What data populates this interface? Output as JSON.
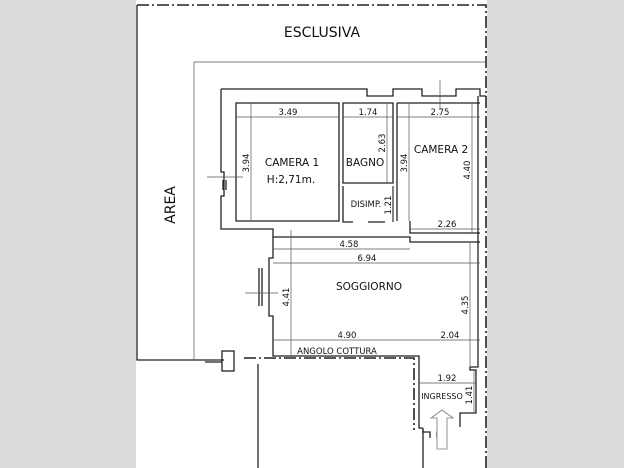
{
  "area_labels": {
    "top": "ESCLUSIVA",
    "left": "AREA"
  },
  "rooms": {
    "camera1": {
      "name": "CAMERA 1",
      "height": "H:2,71m."
    },
    "bagno": {
      "name": "BAGNO"
    },
    "camera2": {
      "name": "CAMERA 2"
    },
    "disimpegno": {
      "name": "DISIMP."
    },
    "soggiorno": {
      "name": "SOGGIORNO"
    },
    "angolo_cottura": {
      "name": "ANGOLO COTTURA"
    },
    "ingresso": {
      "name": "INGRESSO"
    }
  },
  "dimensions": {
    "camera1_width": "3.49",
    "camera1_depth": "3.94",
    "bagno_width": "1.74",
    "bagno_depth": "2.63",
    "camera2_width": "2.75",
    "camera2_depth_left": "3.94",
    "camera2_depth_right": "4.40",
    "disimp_depth": "1.21",
    "camera2_bottom": "2.26",
    "soggiorno_top_inner": "4.58",
    "soggiorno_width": "6.94",
    "soggiorno_depth_left": "4.41",
    "soggiorno_depth_right": "4.35",
    "soggiorno_bottom_left": "4.90",
    "soggiorno_bottom_right": "2.04",
    "ingresso_width": "1.92",
    "ingresso_depth": "1.41"
  },
  "colors": {
    "background": "#dcdcdc",
    "paper": "#ffffff",
    "lines": "#222222"
  }
}
